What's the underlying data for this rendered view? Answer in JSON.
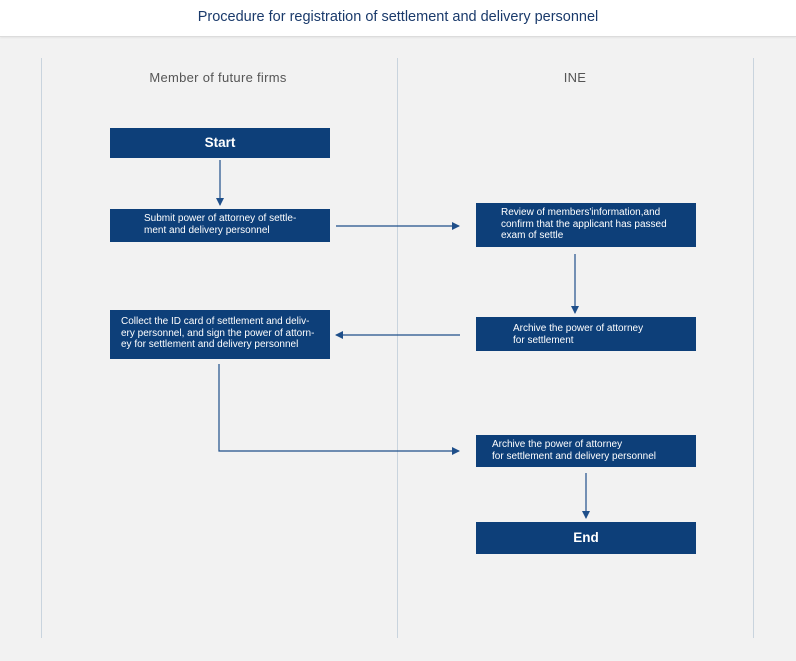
{
  "header": {
    "title": "Procedure for registration of settlement and delivery personnel"
  },
  "lanes": {
    "left": "Member of future firms",
    "right": "INE"
  },
  "steps": {
    "start": "Start",
    "submit": "Submit power of attorney of settle-\nment and delivery personnel",
    "review": "Review of members'information,and\nconfirm that the applicant has passed\nexam of settle",
    "archive_settlement": "Archive the power of attorney\nfor settlement",
    "collect": "Collect the ID card of settlement and deliv-\nery personnel, and sign the power of attorn-\ney for settlement and delivery personnel",
    "archive_delivery": "Archive the power of attorney\nfor settlement and delivery personnel",
    "end": "End"
  },
  "colors": {
    "box": "#0d3f79",
    "arrow": "#1f4f8a",
    "title": "#1a3a6b"
  }
}
